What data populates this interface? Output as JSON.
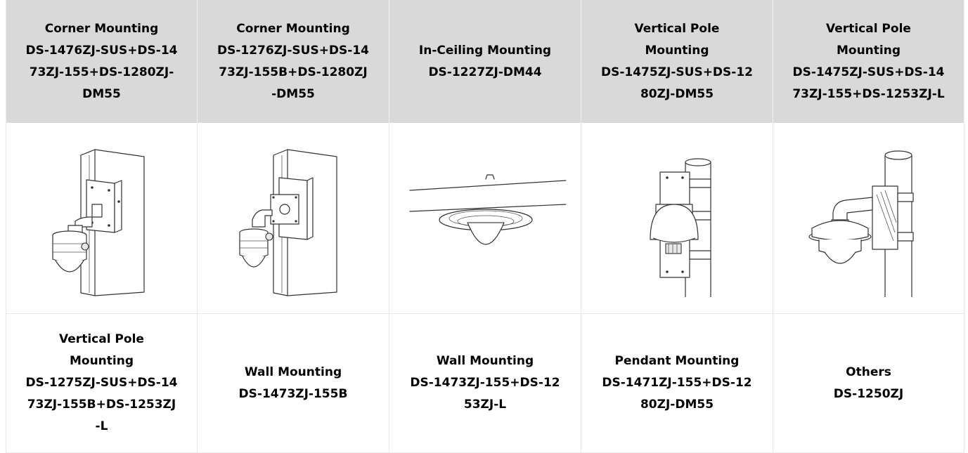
{
  "rows": [
    {
      "cells": [
        {
          "lines": [
            "Corner Mounting",
            "DS-1476ZJ-SUS+DS-14",
            "73ZJ-155+DS-1280ZJ-",
            "DM55"
          ]
        },
        {
          "lines": [
            "Corner Mounting",
            "DS-1276ZJ-SUS+DS-14",
            "73ZJ-155B+DS-1280ZJ",
            "-DM55"
          ]
        },
        {
          "lines": [
            "In-Ceiling Mounting",
            "DS-1227ZJ-DM44"
          ]
        },
        {
          "lines": [
            "Vertical Pole",
            "Mounting",
            "DS-1475ZJ-SUS+DS-12",
            "80ZJ-DM55"
          ]
        },
        {
          "lines": [
            "Vertical Pole",
            "Mounting",
            "DS-1475ZJ-SUS+DS-14",
            "73ZJ-155+DS-1253ZJ-L"
          ]
        }
      ]
    },
    {
      "images": [
        {
          "icon": "corner-mount-illustration"
        },
        {
          "icon": "corner-mount-junction-box-illustration"
        },
        {
          "icon": "in-ceiling-mount-illustration"
        },
        {
          "icon": "vertical-pole-mount-illustration"
        },
        {
          "icon": "vertical-pole-pendant-mount-illustration"
        }
      ]
    },
    {
      "cells": [
        {
          "lines": [
            "Vertical Pole",
            "Mounting",
            "DS-1275ZJ-SUS+DS-14",
            "73ZJ-155B+DS-1253ZJ",
            "-L"
          ]
        },
        {
          "lines": [
            "Wall Mounting",
            "DS-1473ZJ-155B"
          ]
        },
        {
          "lines": [
            "Wall Mounting",
            "DS-1473ZJ-155+DS-12",
            "53ZJ-L"
          ]
        },
        {
          "lines": [
            "Pendant Mounting",
            "DS-1471ZJ-155+DS-12",
            "80ZJ-DM55"
          ]
        },
        {
          "lines": [
            "Others",
            "DS-1250ZJ"
          ]
        }
      ]
    }
  ],
  "colors": {
    "header_bg": "#d9d9d9",
    "grid_line": "#e9e9e9",
    "text": "#000000"
  }
}
